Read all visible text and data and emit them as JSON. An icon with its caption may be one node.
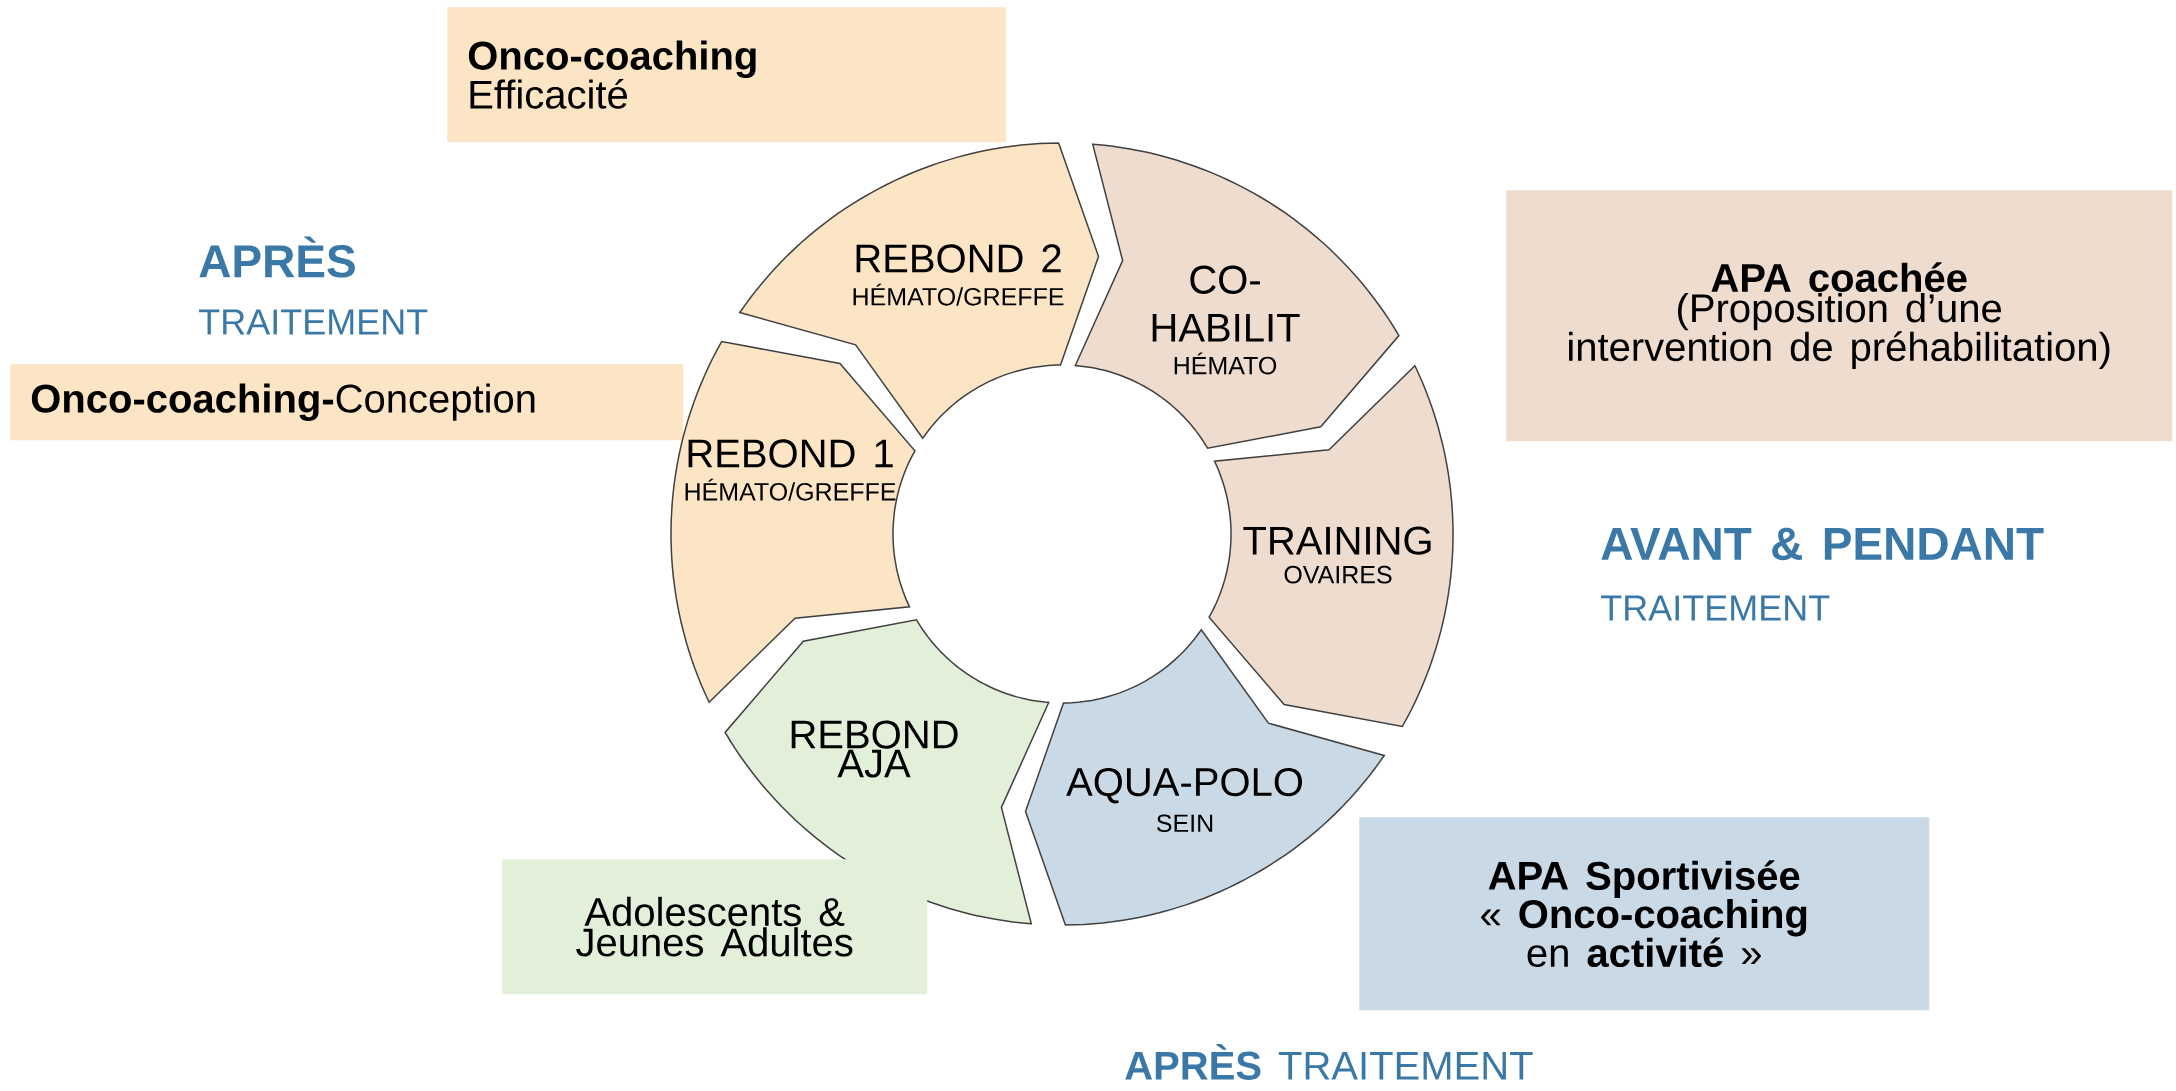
{
  "diagram": {
    "nodes": [
      {
        "text": [
          "Onco-coaching",
          "Efficacité"
        ]
      },
      {
        "text": [
          "REBOND 2",
          "HÉMATO/GREFFE"
        ]
      },
      {
        "text": [
          "CO-HABILIT",
          "HÉMATO"
        ]
      },
      {
        "text": [
          "APA  coachée",
          "(Proposition d’une intervention de préhabilitation)"
        ]
      },
      {
        "text": [
          "**Onco-coaching-**Conception"
        ]
      },
      {
        "text": [
          "REBOND 1",
          "HÉMATO/GREFFE"
        ]
      },
      {
        "text": [
          "TRAINING",
          "OVAIRES"
        ]
      },
      {
        "text": [
          "REBOND AJA"
        ]
      },
      {
        "text": [
          "AQUA-POLO",
          "SEIN"
        ]
      },
      {
        "text": [
          "Adolescents & Jeunes Adultes"
        ]
      },
      {
        "text": [
          "APA Sportivisée",
          "« **Onco-coaching** en **activité** »"
        ]
      }
    ],
    "labels": [
      "APRÈS",
      "TRAITEMENT",
      "AVANT & PENDANT",
      "TRAITEMENT",
      "**APRÈS** TRAITEMENT"
    ]
  }
}
